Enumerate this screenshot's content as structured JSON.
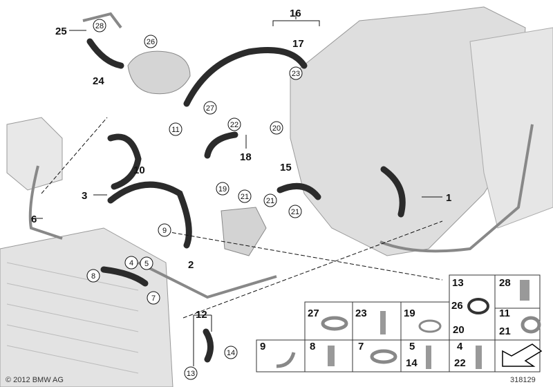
{
  "diagram": {
    "callouts_bold": [
      {
        "label": "25"
      },
      {
        "label": "24"
      },
      {
        "label": "16"
      },
      {
        "label": "17"
      },
      {
        "label": "18"
      },
      {
        "label": "10"
      },
      {
        "label": "15"
      },
      {
        "label": "3"
      },
      {
        "label": "6"
      },
      {
        "label": "1"
      },
      {
        "label": "2"
      },
      {
        "label": "12"
      }
    ],
    "callouts_circled": [
      {
        "label": "28"
      },
      {
        "label": "26"
      },
      {
        "label": "27"
      },
      {
        "label": "23"
      },
      {
        "label": "11"
      },
      {
        "label": "22"
      },
      {
        "label": "20"
      },
      {
        "label": "19"
      },
      {
        "label": "21"
      },
      {
        "label": "21"
      },
      {
        "label": "21"
      },
      {
        "label": "9"
      },
      {
        "label": "4"
      },
      {
        "label": "5"
      },
      {
        "label": "8"
      },
      {
        "label": "7"
      },
      {
        "label": "13"
      },
      {
        "label": "14"
      }
    ],
    "legend": [
      {
        "labels": [
          "13",
          "26",
          "20"
        ],
        "part": "o-ring"
      },
      {
        "labels": [
          "28"
        ],
        "part": "hex-bolt"
      },
      {
        "labels": [
          "27"
        ],
        "part": "hose-clamp"
      },
      {
        "labels": [
          "23"
        ],
        "part": "bolt"
      },
      {
        "labels": [
          "19"
        ],
        "part": "spring-clamp"
      },
      {
        "labels": [
          "11",
          "21"
        ],
        "part": "hose-clamp"
      },
      {
        "labels": [
          "9"
        ],
        "part": "clip"
      },
      {
        "labels": [
          "8"
        ],
        "part": "expanding-rivet"
      },
      {
        "labels": [
          "7"
        ],
        "part": "hose-clamp"
      },
      {
        "labels": [
          "5",
          "14"
        ],
        "part": "screw"
      },
      {
        "labels": [
          "4",
          "22"
        ],
        "part": "hex-bolt"
      },
      {
        "labels": [],
        "part": "direction-arrow"
      }
    ],
    "copyright": "© 2012 BMW AG",
    "diagram_number": "318129"
  },
  "colors": {
    "hose": "#2b2b2b",
    "engine": "#d9d9d9",
    "line": "#111111"
  }
}
